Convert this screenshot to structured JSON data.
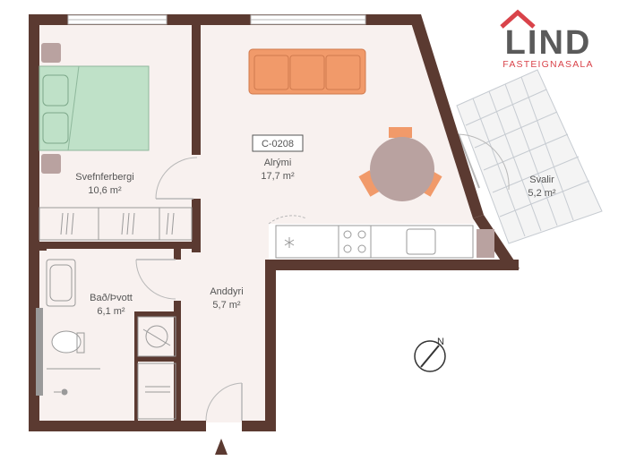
{
  "brand": {
    "name": "LIND",
    "tagline": "FASTEIGNASALA",
    "accent_color": "#d9434a",
    "text_color": "#5a5a5a"
  },
  "unit": {
    "code": "C-0208"
  },
  "rooms": [
    {
      "key": "bedroom",
      "name": "Svefnferbergi",
      "area": "10,6 m²"
    },
    {
      "key": "living",
      "name": "Alrými",
      "area": "17,7 m²"
    },
    {
      "key": "balcony",
      "name": "Svalir",
      "area": "5,2 m²"
    },
    {
      "key": "bathroom",
      "name": "Bað/Þvott",
      "area": "6,1 m²"
    },
    {
      "key": "hallway",
      "name": "Anddyri",
      "area": "5,7 m²"
    }
  ],
  "compass": {
    "label": "N"
  },
  "colors": {
    "wall": "#5b3a31",
    "floor": "#f8f1ef",
    "sofa": "#f19a6a",
    "bed": "#bfe1c8",
    "table": "#b9a2a0",
    "balcony_grid": "#c6cbd1",
    "fixture_line": "#9a9a9a"
  }
}
